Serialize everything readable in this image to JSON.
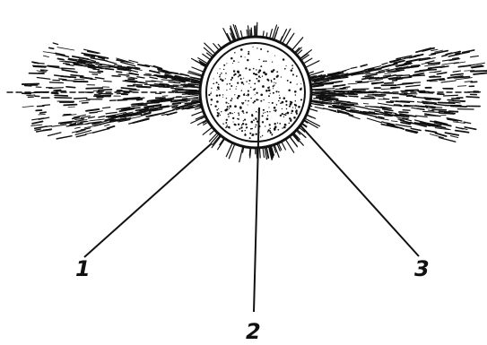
{
  "diagram": {
    "colors": {
      "ink": "#111111",
      "background": "#ffffff"
    },
    "labels": [
      {
        "id": "label-1",
        "text": "1"
      },
      {
        "id": "label-2",
        "text": "2"
      },
      {
        "id": "label-3",
        "text": "3"
      }
    ]
  }
}
